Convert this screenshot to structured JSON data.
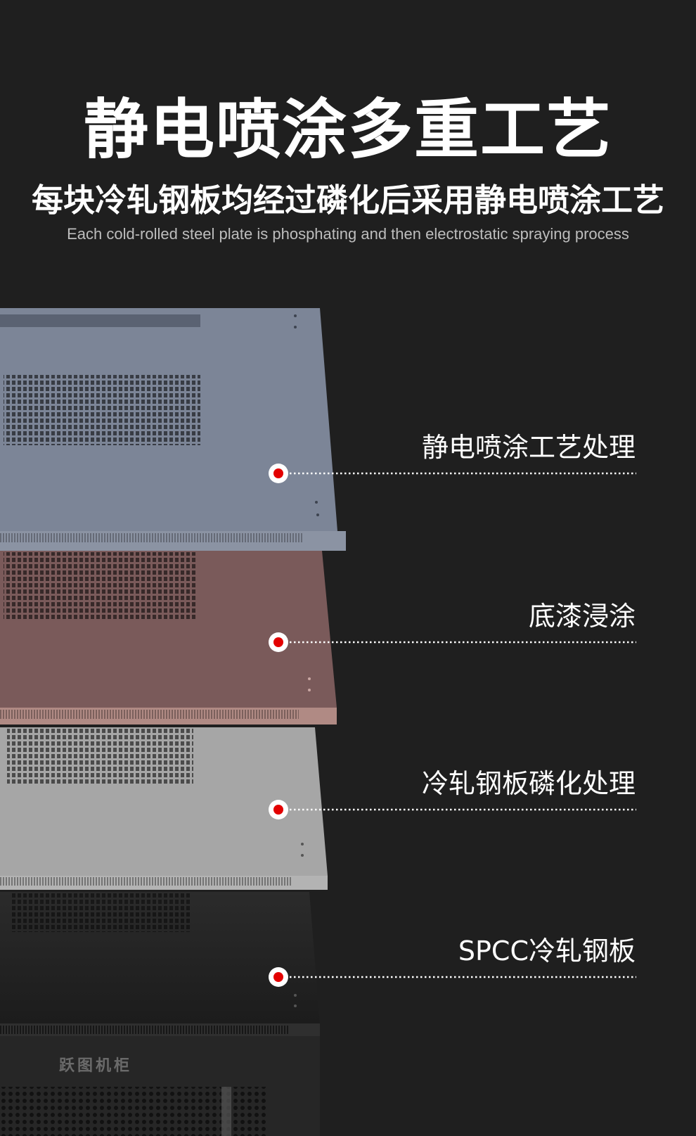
{
  "header": {
    "title": "静电喷涂多重工艺",
    "subtitle": "每块冷轧钢板均经过磷化后采用静电喷涂工艺",
    "english": "Each cold-rolled steel plate is phosphating and then electrostatic spraying process"
  },
  "layers": [
    {
      "label": "静电喷涂工艺处理",
      "color": "#7c8597"
    },
    {
      "label": "底漆浸涂",
      "color": "#7a5a5a"
    },
    {
      "label": "冷轧钢板磷化处理",
      "color": "#a5a5a5"
    },
    {
      "label": "SPCC冷轧钢板",
      "color": "#2d2d2d"
    }
  ],
  "brand": "跃图机柜",
  "colors": {
    "background": "#1f1f1f",
    "marker": "#e30000"
  }
}
